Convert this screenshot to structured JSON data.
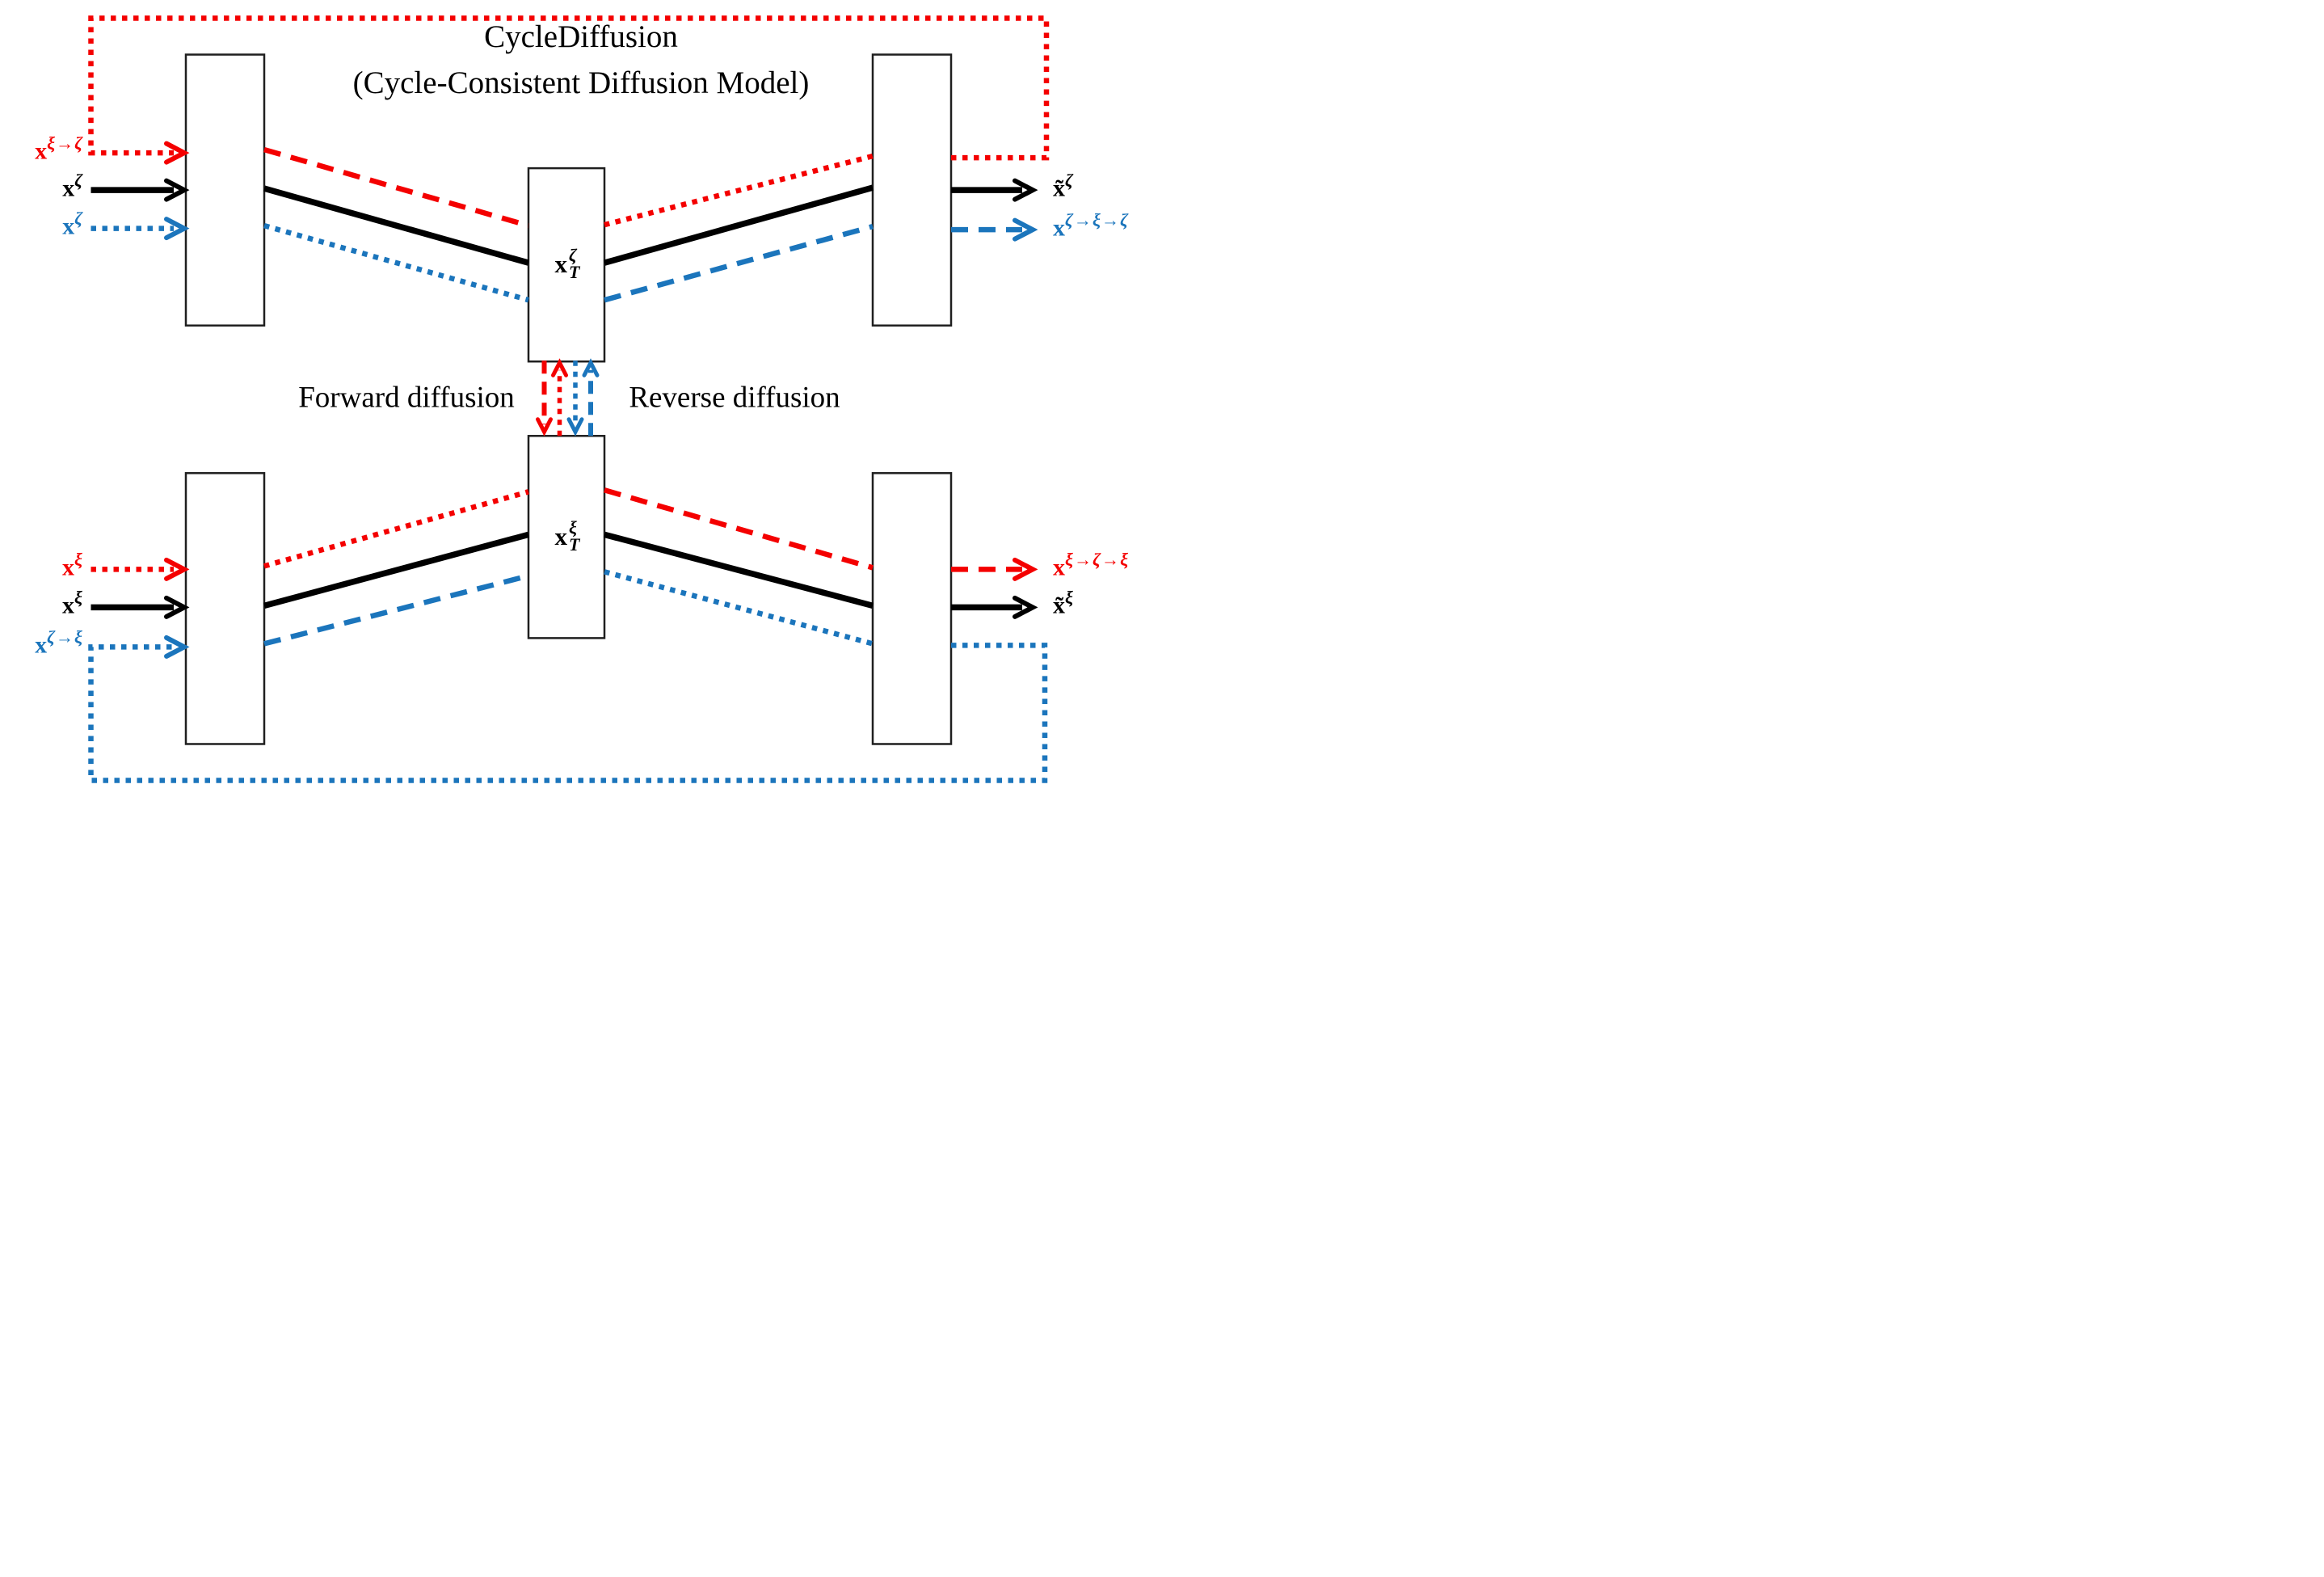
{
  "figure": {
    "title_line1": "CycleDiffusion",
    "title_line2": "(Cycle-Consistent Diffusion Model)",
    "forward_label": "Forward diffusion",
    "reverse_label": "Reverse diffusion"
  },
  "colors": {
    "red": "#f40000",
    "blue": "#1b75bc",
    "black": "#000000",
    "box": "#1f1f1f"
  },
  "nodes": {
    "top_latent": {
      "base": "x",
      "sub": "T",
      "sup": "ζ"
    },
    "bottom_latent": {
      "base": "x",
      "sub": "T",
      "sup": "ξ"
    }
  },
  "io_labels": {
    "top_left_red": {
      "base": "x",
      "sup": "ξ→ζ"
    },
    "top_left_black": {
      "base": "x",
      "sup": "ζ"
    },
    "top_left_blue": {
      "base": "x",
      "sup": "ζ"
    },
    "top_right_black": {
      "base": "x̃",
      "sup": "ζ"
    },
    "top_right_blue": {
      "base": "x",
      "sup": "ζ→ξ→ζ"
    },
    "bottom_left_red": {
      "base": "x",
      "sup": "ξ"
    },
    "bottom_left_black": {
      "base": "x",
      "sup": "ξ"
    },
    "bottom_left_blue": {
      "base": "x",
      "sup": "ζ→ξ"
    },
    "bottom_right_red": {
      "base": "x",
      "sup": "ξ→ζ→ξ"
    },
    "bottom_right_black": {
      "base": "x̃",
      "sup": "ξ"
    }
  }
}
